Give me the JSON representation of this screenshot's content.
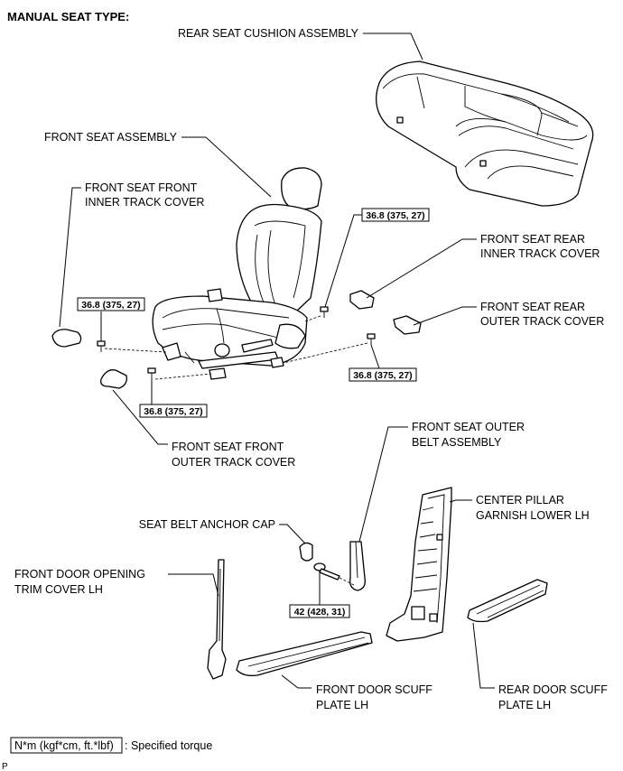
{
  "title": "MANUAL SEAT TYPE:",
  "labels": {
    "rear_seat_cushion": "REAR SEAT CUSHION ASSEMBLY",
    "front_seat_assembly": "FRONT SEAT ASSEMBLY",
    "front_inner_track_l1": "FRONT SEAT FRONT",
    "front_inner_track_l2": "INNER TRACK COVER",
    "rear_inner_track_l1": "FRONT SEAT REAR",
    "rear_inner_track_l2": "INNER TRACK COVER",
    "rear_outer_track_l1": "FRONT SEAT REAR",
    "rear_outer_track_l2": "OUTER TRACK COVER",
    "front_outer_track_l1": "FRONT SEAT FRONT",
    "front_outer_track_l2": "OUTER TRACK COVER",
    "outer_belt_l1": "FRONT SEAT OUTER",
    "outer_belt_l2": "BELT ASSEMBLY",
    "center_pillar_l1": "CENTER PILLAR",
    "center_pillar_l2": "GARNISH LOWER LH",
    "anchor_cap": "SEAT BELT ANCHOR CAP",
    "door_trim_l1": "FRONT DOOR OPENING",
    "door_trim_l2": "TRIM COVER LH",
    "front_scuff_l1": "FRONT DOOR SCUFF",
    "front_scuff_l2": "PLATE LH",
    "rear_scuff_l1": "REAR DOOR SCUFF",
    "rear_scuff_l2": "PLATE LH"
  },
  "torques": {
    "t1": "36.8 (375, 27)",
    "t2": "36.8 (375, 27)",
    "t3": "36.8 (375, 27)",
    "t4": "36.8 (375, 27)",
    "t5": "42 (428, 31)"
  },
  "legend": {
    "unit": "N*m (kgf*cm, ft.*lbf)",
    "desc": ": Specified torque"
  },
  "code": "P"
}
